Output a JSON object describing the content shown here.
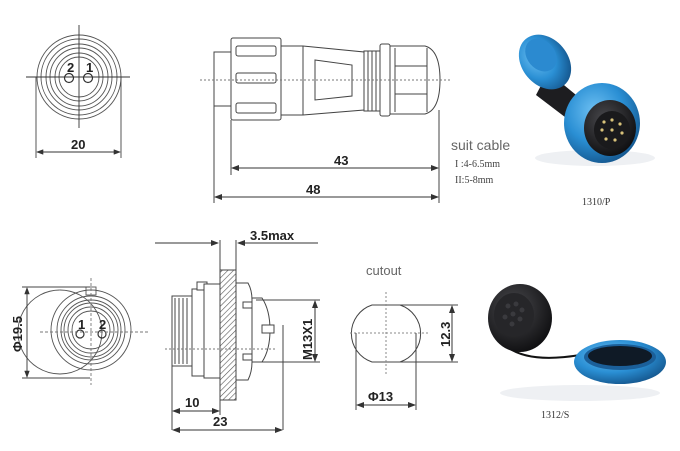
{
  "top": {
    "front_view": {
      "pins": [
        "2",
        "1"
      ],
      "width_dim": "20"
    },
    "side_view": {
      "dim_inner": "43",
      "dim_overall": "48"
    },
    "cable_note": {
      "title": "suit cable",
      "range_1": "I :4-6.5mm",
      "range_2": "II:5-8mm"
    },
    "product_photo": {
      "caption": "1310/P",
      "colors": {
        "body": "#1f1f22",
        "nut": "#2a8fd4"
      }
    }
  },
  "bottom": {
    "front_view": {
      "pins": [
        "1",
        "2"
      ],
      "diameter_dim": "Φ19.5"
    },
    "side_view": {
      "panel_dim": "3.5max",
      "thread_dim": "M13X1",
      "dim_short": "10",
      "dim_overall": "23"
    },
    "cutout": {
      "title": "cutout",
      "diameter_dim": "Φ13",
      "flat_dim": "12.3"
    },
    "product_photo": {
      "caption": "1312/S",
      "colors": {
        "body": "#151517",
        "cap": "#2f8fd6"
      }
    }
  }
}
